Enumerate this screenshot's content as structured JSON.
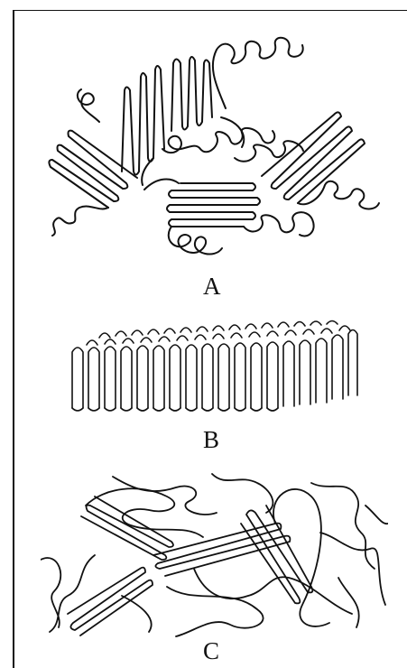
{
  "figure": {
    "panels": [
      {
        "id": "A",
        "label": "A"
      },
      {
        "id": "B",
        "label": "B"
      },
      {
        "id": "C",
        "label": "C"
      }
    ]
  },
  "colors": {
    "ink": "#111111",
    "background": "#ffffff"
  }
}
